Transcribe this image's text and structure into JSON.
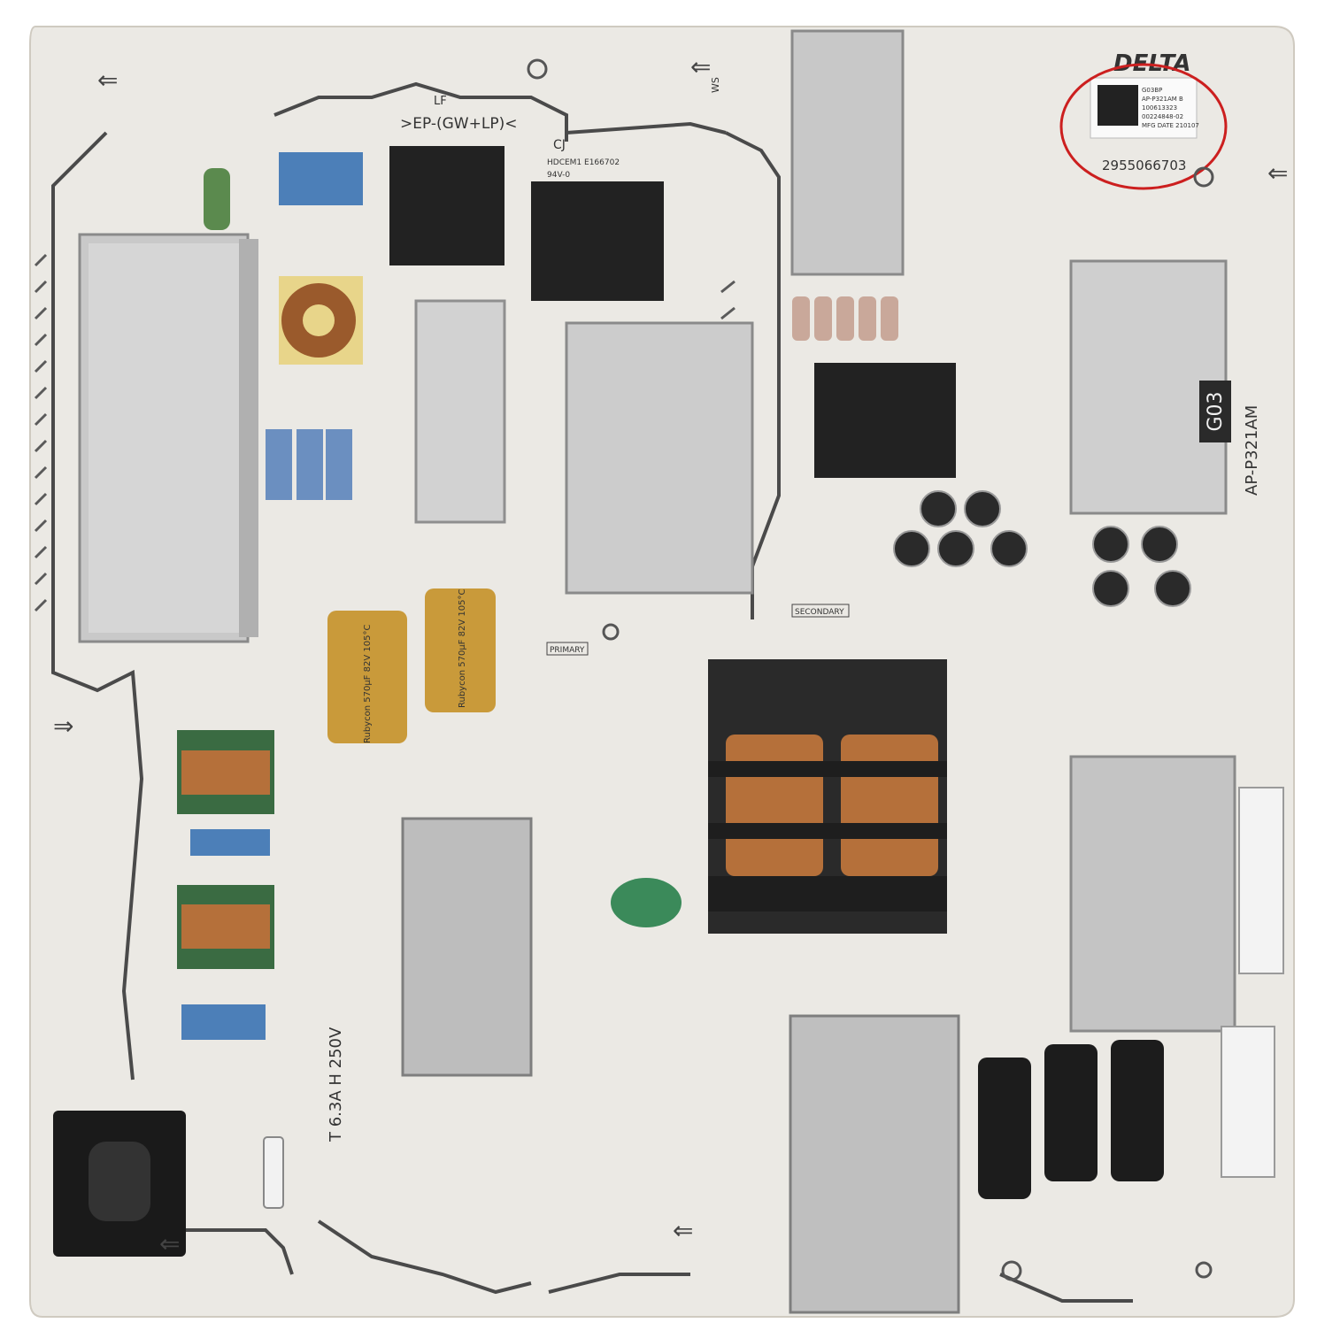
{
  "board": {
    "brand": "DELTA",
    "model_vertical": "AP-P321AM",
    "panel_code": "G03",
    "serial": "2955066703",
    "label_lines": [
      "G03BP",
      "AP-P321AM B",
      "100613323",
      "00224848-02",
      "MFG DATE 210107"
    ],
    "marking_lf": "LF",
    "marking_ep": ">EP-(GW+LP)<",
    "fuse_text": "T 6.3A H 250V",
    "primary": "PRIMARY",
    "secondary": "SECONDARY",
    "ws_mark": "WS",
    "cj_text": "CJ",
    "hdcem": "HDCEM1  E166702",
    "rating": "94V-0",
    "cap1_text": "Rubycon 570μF 82V 105°C",
    "cap2_text": "Rubycon 570μF 82V 105°C"
  },
  "colors": {
    "board": "#ebe9e4",
    "silk": "#3a3a3a",
    "heatsink": "#c8c8c8",
    "highlight": "#cc1f1f",
    "copper": "#b5703a",
    "gold_cap": "#c99a3a",
    "black_cap": "#1c1c1c"
  }
}
